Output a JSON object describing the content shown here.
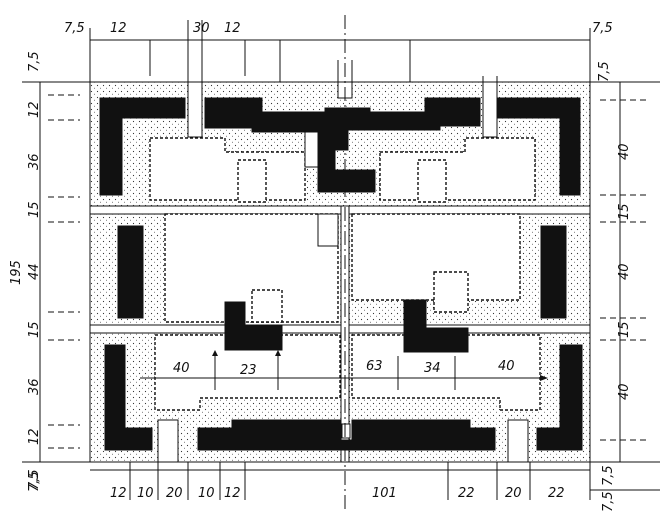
{
  "dims_top": [
    "7,5",
    "12",
    "30",
    "12",
    "7,5"
  ],
  "dims_top_right": "7,5",
  "dims_left": [
    "7,5",
    "12",
    "36",
    "15",
    "44",
    "15",
    "36",
    "12",
    "7,5"
  ],
  "dims_left_total": "195",
  "dims_right": [
    "40",
    "15",
    "40",
    "15",
    "40",
    "7,5"
  ],
  "dims_bottom": [
    "7,5",
    "12",
    "10",
    "20",
    "10",
    "12",
    "101",
    "22",
    "20",
    "22",
    "7,5"
  ],
  "dims_inner": [
    "40",
    "23",
    "63",
    "34",
    "40"
  ]
}
